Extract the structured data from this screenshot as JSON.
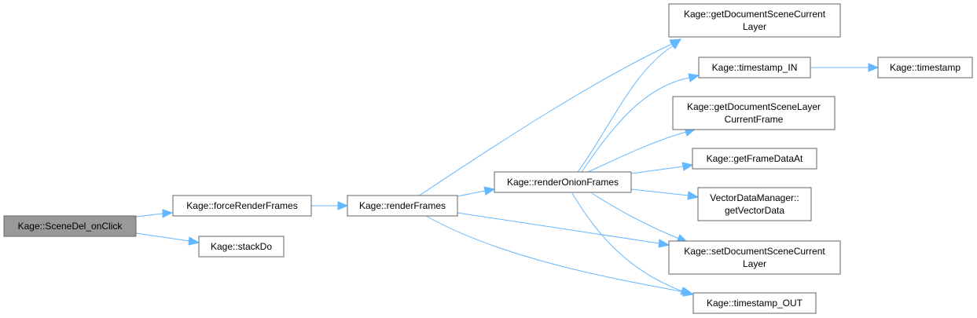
{
  "colors": {
    "edge": "#63b8ff",
    "node_border": "#666666",
    "node_fill": "#ffffff",
    "root_fill": "#999999"
  },
  "nodes": {
    "scene_del_onclick": {
      "lines": [
        "Kage::SceneDel_onClick"
      ]
    },
    "force_render_frames": {
      "lines": [
        "Kage::forceRenderFrames"
      ]
    },
    "stack_do": {
      "lines": [
        "Kage::stackDo"
      ]
    },
    "render_frames": {
      "lines": [
        "Kage::renderFrames"
      ]
    },
    "render_onion_frames": {
      "lines": [
        "Kage::renderOnionFrames"
      ]
    },
    "get_document_scene_current_layer": {
      "lines": [
        "Kage::getDocumentSceneCurrent",
        "Layer"
      ]
    },
    "timestamp_in": {
      "lines": [
        "Kage::timestamp_IN"
      ]
    },
    "timestamp": {
      "lines": [
        "Kage::timestamp"
      ]
    },
    "get_document_scene_layer_current_frame": {
      "lines": [
        "Kage::getDocumentSceneLayer",
        "CurrentFrame"
      ]
    },
    "get_frame_data_at": {
      "lines": [
        "Kage::getFrameDataAt"
      ]
    },
    "vector_data_manager_get_vector_data": {
      "lines": [
        "VectorDataManager::",
        "getVectorData"
      ]
    },
    "set_document_scene_current_layer": {
      "lines": [
        "Kage::setDocumentSceneCurrent",
        "Layer"
      ]
    },
    "timestamp_out": {
      "lines": [
        "Kage::timestamp_OUT"
      ]
    }
  }
}
